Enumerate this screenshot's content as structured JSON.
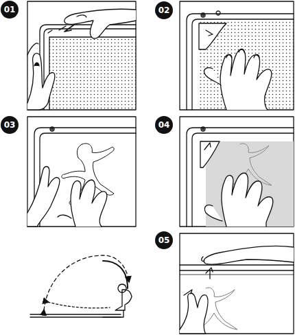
{
  "diagram": {
    "nodes": [
      {
        "text": [
          "01"
        ]
      },
      {
        "text": [
          "02"
        ]
      },
      {
        "text": [
          "03"
        ]
      },
      {
        "text": [
          "04"
        ]
      },
      {
        "text": [
          "05"
        ]
      }
    ]
  }
}
